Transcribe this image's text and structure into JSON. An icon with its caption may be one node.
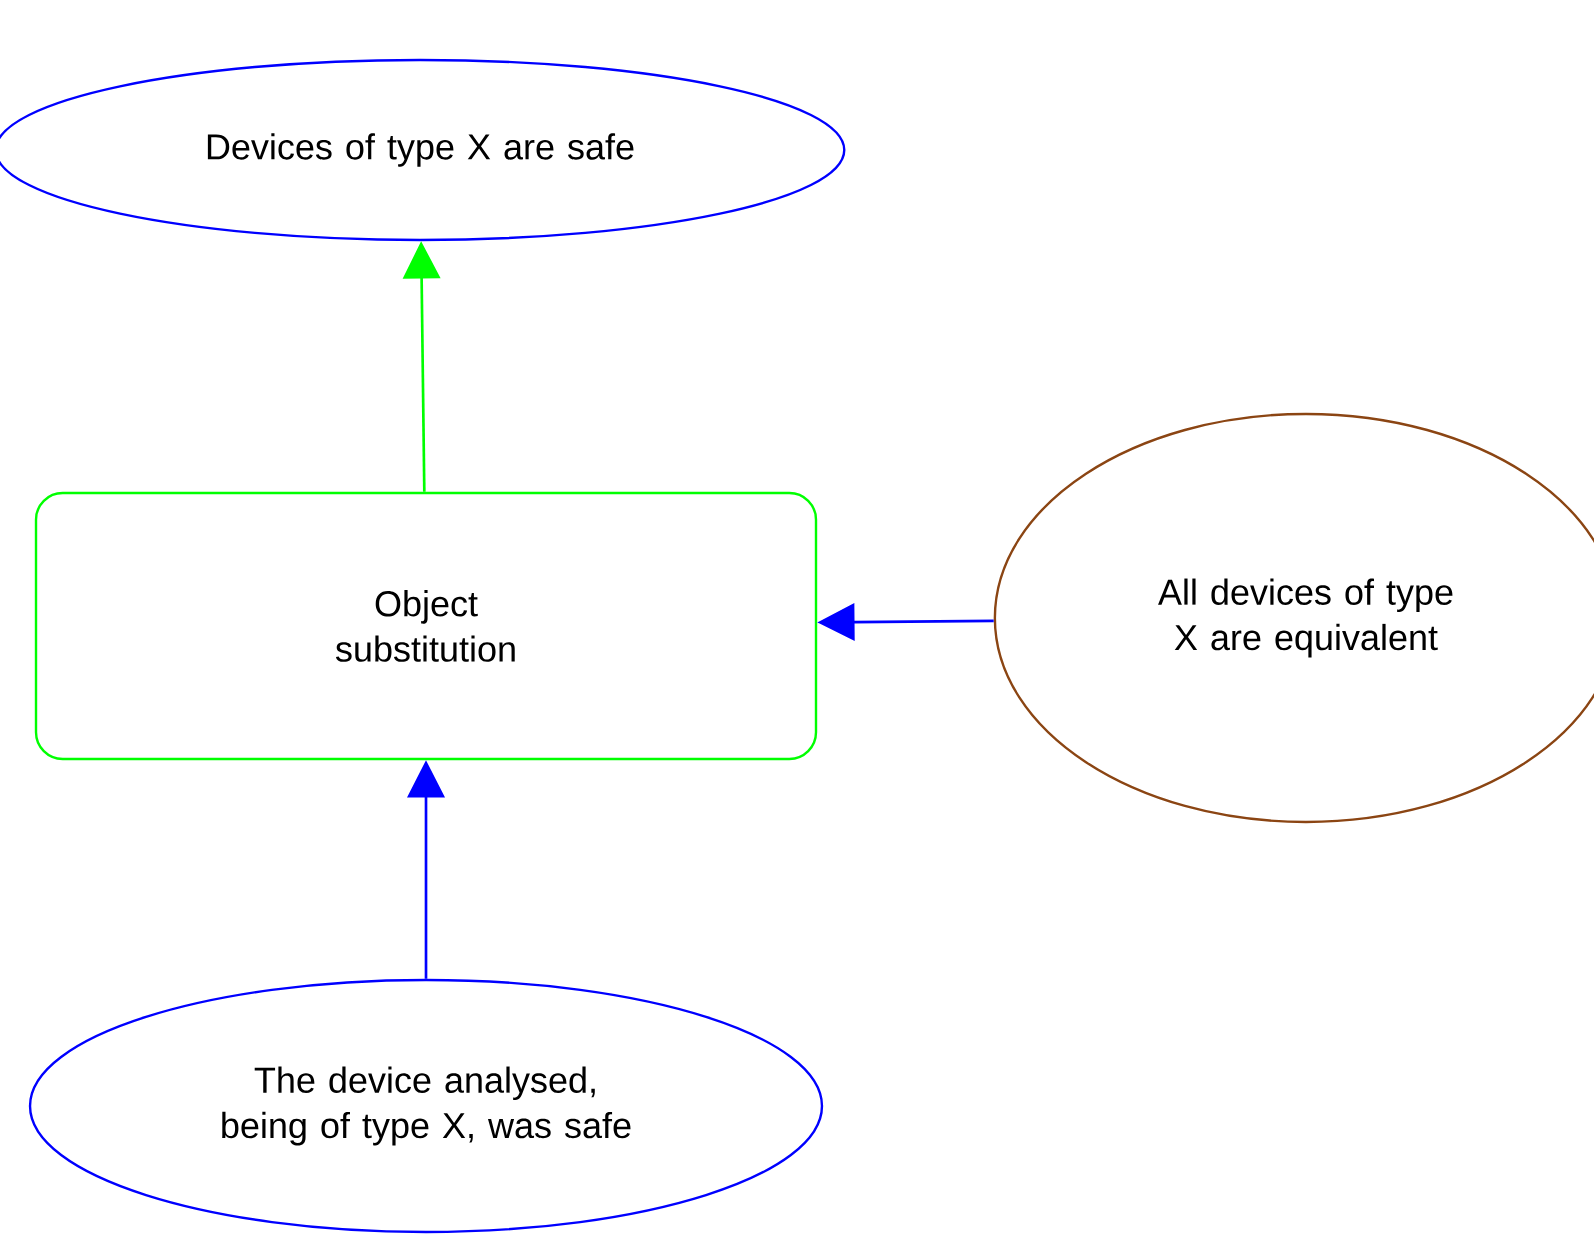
{
  "diagram": {
    "nodes": [
      {
        "text": [
          "Devices of type X are safe"
        ]
      },
      {
        "text": [
          "Object substitution"
        ]
      },
      {
        "text": [
          "All devices of type X are equivalent"
        ]
      },
      {
        "text": [
          "The device analysed, being of type X, was safe"
        ]
      }
    ],
    "edges": [
      {
        "from": 1,
        "to": 0,
        "arrow": "to",
        "color": "#00ff00"
      },
      {
        "from": 2,
        "to": 1,
        "arrow": "to"
      },
      {
        "from": 3,
        "to": 1,
        "arrow": "to"
      }
    ]
  }
}
